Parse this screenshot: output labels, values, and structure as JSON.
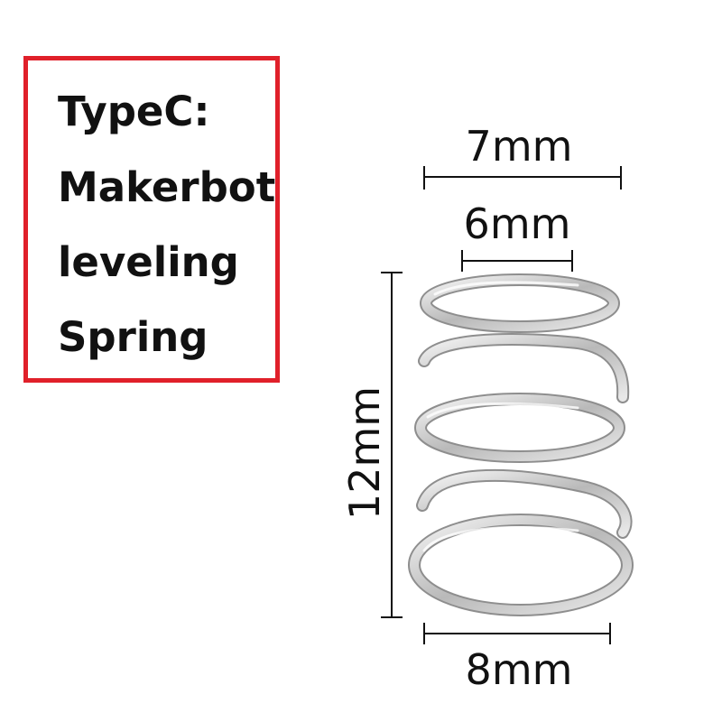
{
  "label": {
    "lines": [
      "TypeC:",
      "Makerbot",
      "leveling",
      "Spring"
    ]
  },
  "dimensions": {
    "top_outer": "7mm",
    "top_inner": "6mm",
    "height": "12mm",
    "bottom": "8mm"
  },
  "colors": {
    "border": "#e0202a",
    "text": "#111111",
    "spring": "#c8c8c8"
  }
}
